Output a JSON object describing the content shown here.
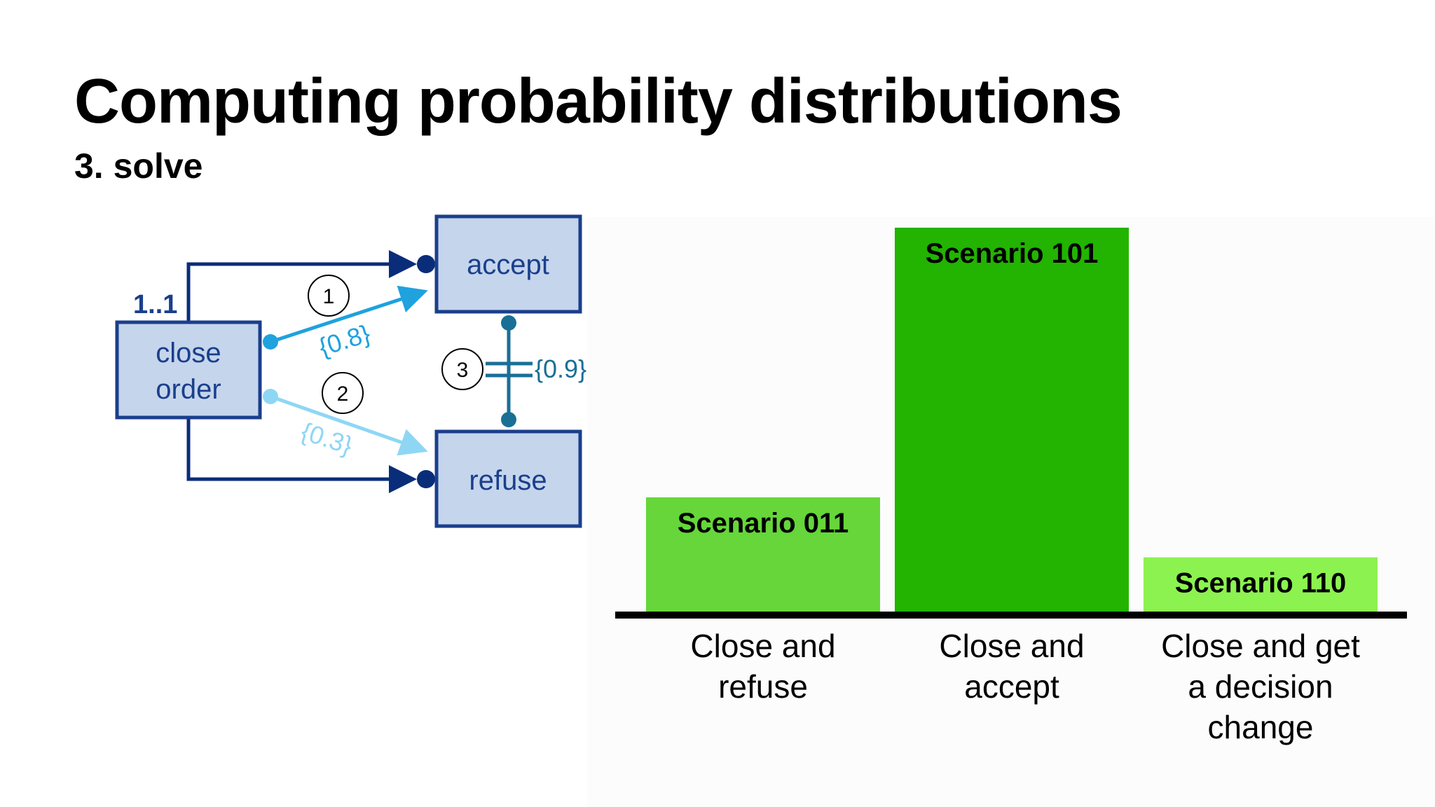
{
  "title": "Computing probability distributions",
  "subtitle": "3. solve",
  "diagram": {
    "nodes": {
      "close_line1": "close",
      "close_line2": "order",
      "accept": "accept",
      "refuse": "refuse"
    },
    "multiplicity": "1..1",
    "steps": [
      "1",
      "2",
      "3"
    ],
    "probabilities": {
      "accept_edge": "{0.8}",
      "refuse_edge": "{0.3}",
      "exclusion": "{0.9}"
    },
    "colors": {
      "node_fill": "#c5d5ec",
      "node_border": "#1a3f8c",
      "dark_blue": "#0a2d7a",
      "mid_blue": "#1fa2de",
      "light_blue": "#8fd6f5",
      "teal": "#1a6f96"
    }
  },
  "chart_data": {
    "type": "bar",
    "categories": [
      [
        "Close and",
        "refuse"
      ],
      [
        "Close and",
        "accept"
      ],
      [
        "Close and get",
        "a decision",
        "change"
      ]
    ],
    "bar_labels": [
      "Scenario 011",
      "Scenario 101",
      "Scenario 110"
    ],
    "values": [
      0.23,
      0.77,
      0.11
    ],
    "colors": [
      "#66d63a",
      "#22b400",
      "#8cf250"
    ],
    "baseline_color": "#000000"
  }
}
